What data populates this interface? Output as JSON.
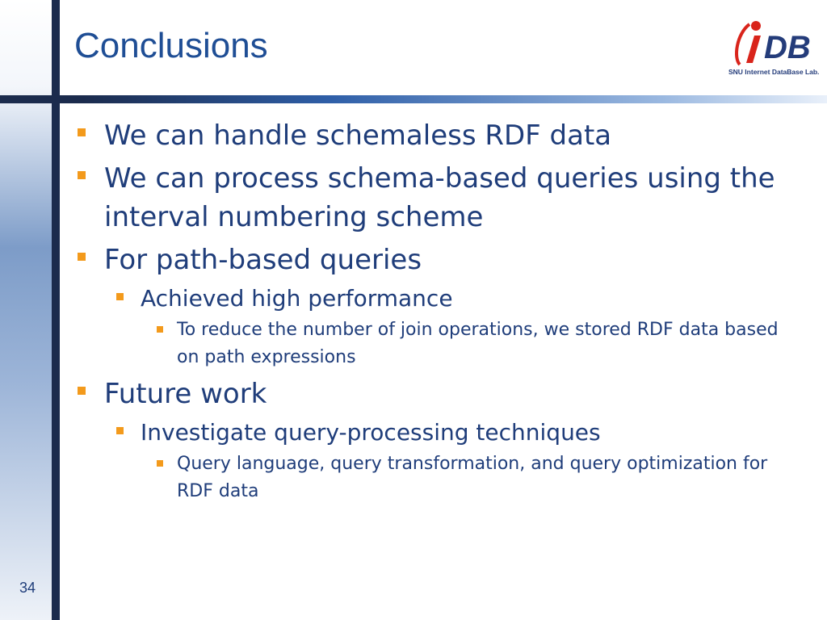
{
  "slide": {
    "title": "Conclusions",
    "page_number": "34",
    "logo": {
      "mark_text": "DB",
      "subtitle": "SNU Internet DataBase Lab."
    },
    "colors": {
      "title": "#1f4e95",
      "text": "#1f3d7a",
      "bullet": "#f39a1c",
      "rule_dark": "#1b2b4d"
    }
  },
  "bullets": [
    {
      "level": 1,
      "text": "We can handle schemaless RDF data"
    },
    {
      "level": 1,
      "text": "We can process schema-based queries using the interval numbering scheme"
    },
    {
      "level": 1,
      "text": "For path-based queries"
    },
    {
      "level": 2,
      "text": "Achieved high performance"
    },
    {
      "level": 3,
      "text": "To reduce the number of join operations,  we stored RDF data based on path expressions"
    },
    {
      "level": 1,
      "text": "Future work"
    },
    {
      "level": 2,
      "text": "Investigate query-processing techniques"
    },
    {
      "level": 3,
      "text": "Query language, query transformation, and query optimization for RDF data"
    }
  ]
}
